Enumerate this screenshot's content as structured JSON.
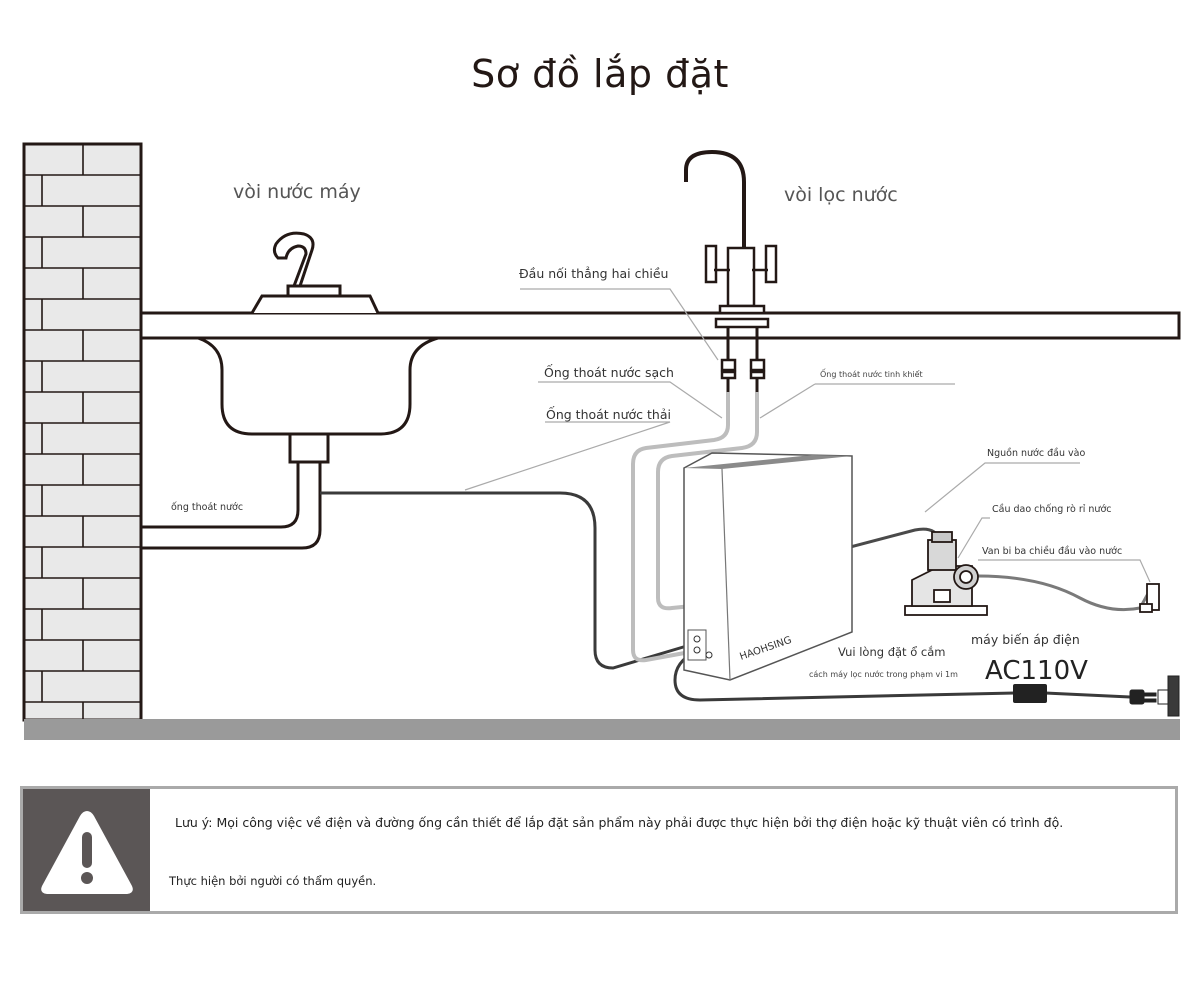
{
  "title": "Sơ đồ lắp đặt",
  "labels": {
    "tap_water": "vòi nước máy",
    "filter_faucet": "vòi lọc nước",
    "two_way_connector": "Đầu nối thẳng hai chiều",
    "clean_outlet": "Ống thoát nước sạch",
    "pure_outlet": "Ống thoát nước tinh khiết",
    "waste_outlet": "Ống thoát nước thải",
    "drain_pipe": "ống thoát nước",
    "water_inlet": "Nguồn nước đầu vào",
    "leak_breaker": "Cầu dao chống rò rỉ nước",
    "three_way_valve": "Van bi ba chiều đầu vào nước",
    "transformer": "máy biến áp điện",
    "voltage": "AC110V",
    "socket_note": "Vui lòng đặt ổ cắm",
    "socket_distance": "cách máy lọc nước trong phạm vi 1m",
    "brand": "HAOHSING"
  },
  "notice": {
    "line1": "Lưu ý: Mọi công việc về điện và đường ống cần thiết để lắp đặt sản phẩm này phải được thực hiện bởi thợ điện hoặc kỹ thuật viên có trình độ.",
    "line2": "Thực hiện bởi người có thẩm quyền."
  },
  "colors": {
    "wall_fill": "#e9e9e9",
    "outline": "#231815",
    "floor": "#9a9a9a",
    "leader": "#aaaaaa",
    "notice_icon_bg": "#5b5656",
    "waste_pipe": "#3a3a3a",
    "clean_pipe": "#bdbdbd",
    "inlet_pipe": "#7a7a7a"
  },
  "icons": [
    "warning-icon",
    "faucet-icon",
    "tap-icon",
    "plug-icon"
  ]
}
